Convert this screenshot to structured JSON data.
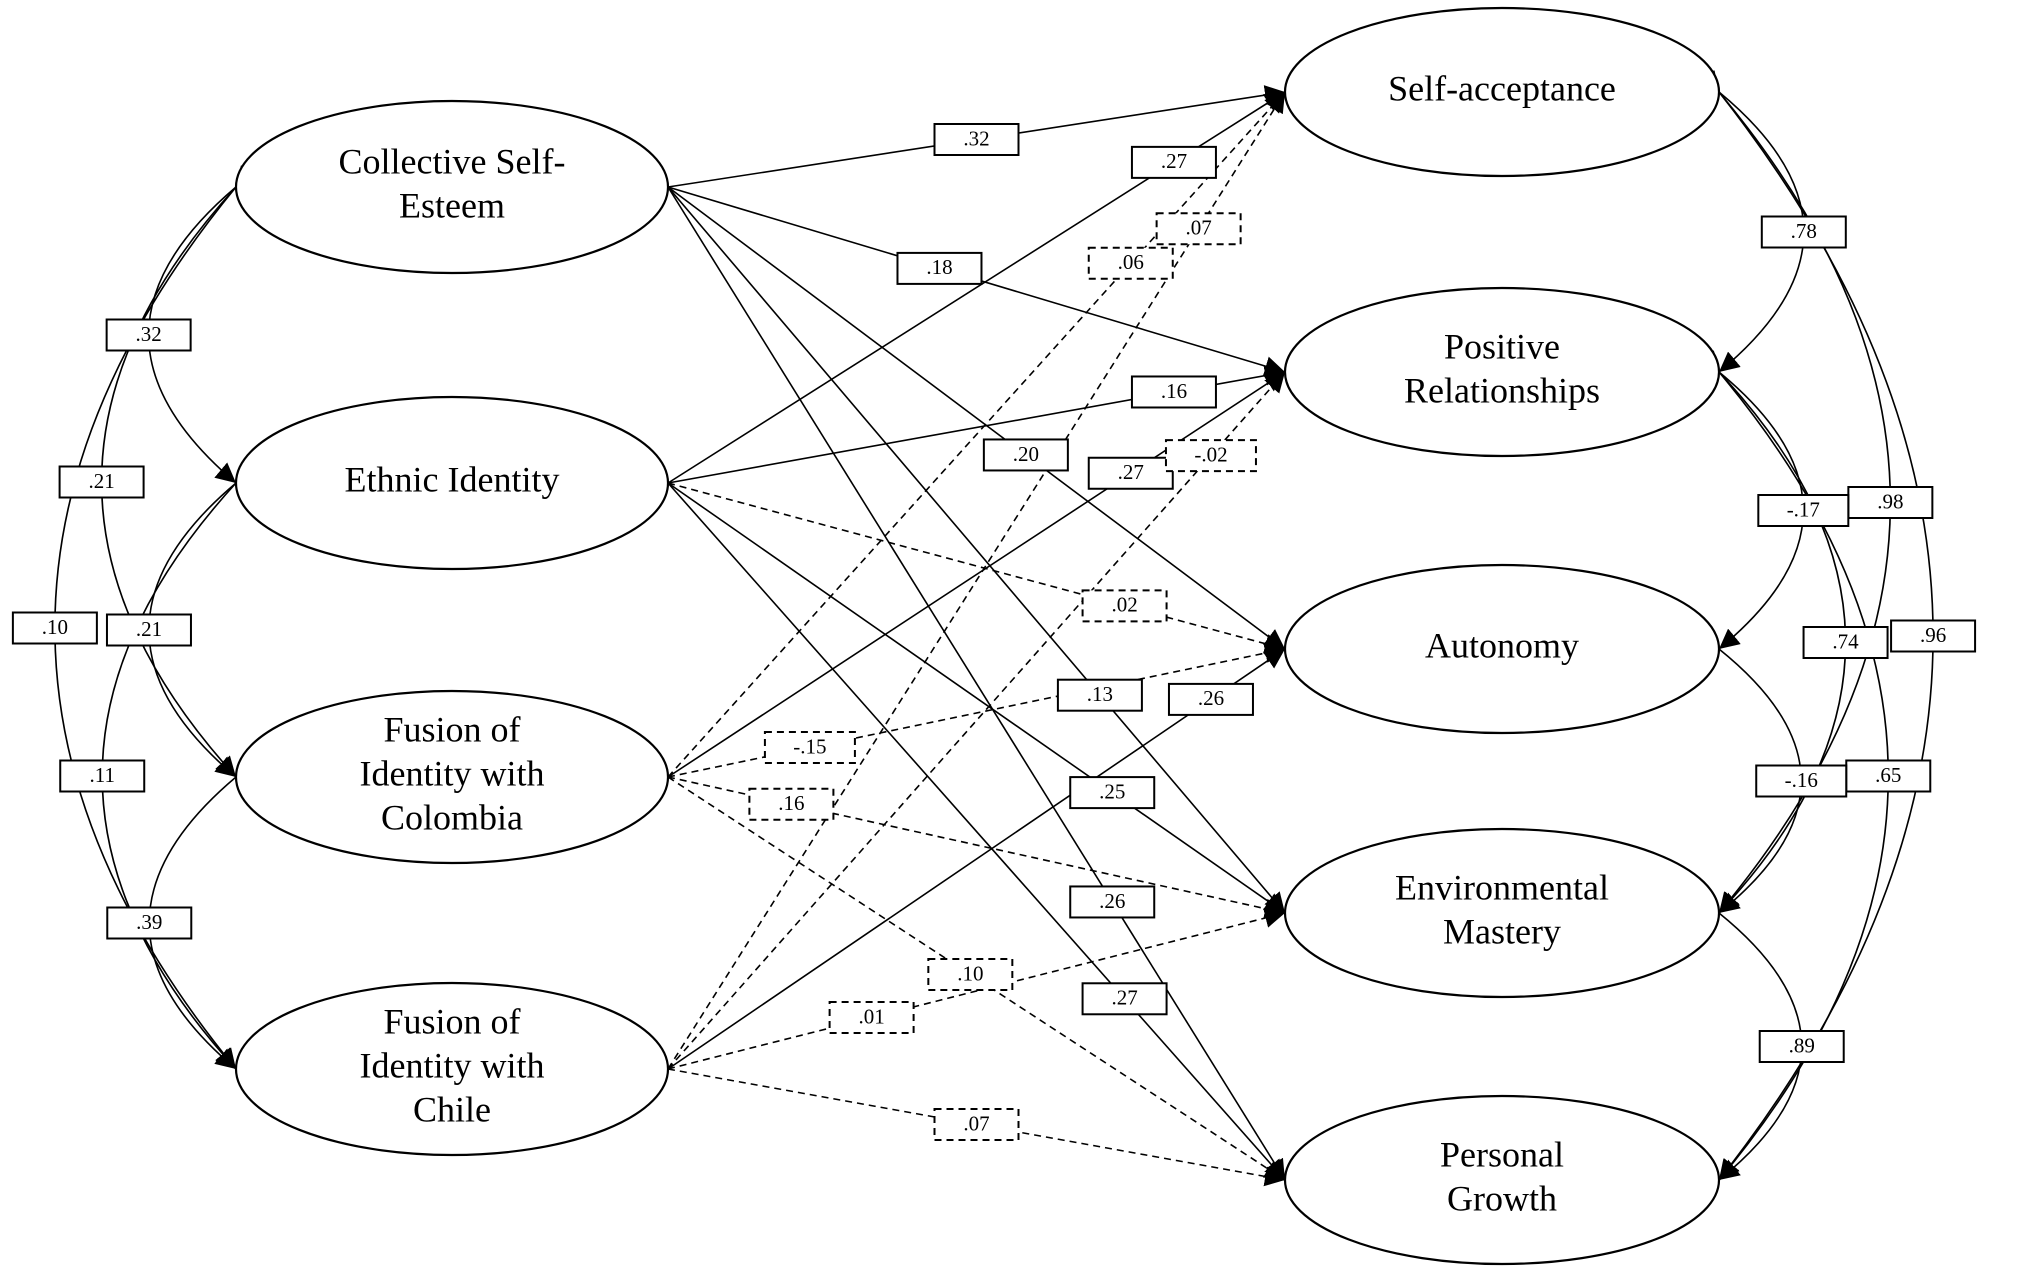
{
  "diagram": {
    "colors": {
      "stroke": "#000000",
      "background": "#ffffff"
    },
    "predictors": [
      {
        "id": "cse",
        "lines": [
          "Collective Self-",
          "Esteem"
        ]
      },
      {
        "id": "ei",
        "lines": [
          "Ethnic Identity"
        ]
      },
      {
        "id": "fic",
        "lines": [
          "Fusion of",
          "Identity with",
          "Colombia"
        ]
      },
      {
        "id": "fich",
        "lines": [
          "Fusion of",
          "Identity with",
          "Chile"
        ]
      }
    ],
    "outcomes": [
      {
        "id": "sa",
        "lines": [
          "Self-acceptance"
        ]
      },
      {
        "id": "pr",
        "lines": [
          "Positive",
          "Relationships"
        ]
      },
      {
        "id": "au",
        "lines": [
          "Autonomy"
        ]
      },
      {
        "id": "em",
        "lines": [
          "Environmental",
          "Mastery"
        ]
      },
      {
        "id": "pg",
        "lines": [
          "Personal",
          "Growth"
        ]
      }
    ],
    "paths": [
      {
        "from": "cse",
        "to": "sa",
        "coef": ".32",
        "significant": true
      },
      {
        "from": "cse",
        "to": "pr",
        "coef": ".18",
        "significant": true
      },
      {
        "from": "cse",
        "to": "au",
        "coef": ".20",
        "significant": true
      },
      {
        "from": "cse",
        "to": "em",
        "coef": ".13",
        "significant": true
      },
      {
        "from": "cse",
        "to": "pg",
        "coef": ".26",
        "significant": true
      },
      {
        "from": "ei",
        "to": "sa",
        "coef": ".27",
        "significant": true
      },
      {
        "from": "ei",
        "to": "pr",
        "coef": ".16",
        "significant": true
      },
      {
        "from": "ei",
        "to": "au",
        "coef": ".02",
        "significant": false
      },
      {
        "from": "ei",
        "to": "em",
        "coef": ".25",
        "significant": true
      },
      {
        "from": "ei",
        "to": "pg",
        "coef": ".27",
        "significant": true
      },
      {
        "from": "fic",
        "to": "sa",
        "coef": ".06",
        "significant": false
      },
      {
        "from": "fic",
        "to": "pr",
        "coef": ".27",
        "significant": true
      },
      {
        "from": "fic",
        "to": "au",
        "coef": "-.15",
        "significant": false
      },
      {
        "from": "fic",
        "to": "em",
        "coef": ".16",
        "significant": false
      },
      {
        "from": "fic",
        "to": "pg",
        "coef": ".10",
        "significant": false
      },
      {
        "from": "fich",
        "to": "sa",
        "coef": ".07",
        "significant": false
      },
      {
        "from": "fich",
        "to": "pr",
        "coef": "-.02",
        "significant": false
      },
      {
        "from": "fich",
        "to": "au",
        "coef": ".26",
        "significant": true
      },
      {
        "from": "fich",
        "to": "em",
        "coef": ".01",
        "significant": false
      },
      {
        "from": "fich",
        "to": "pg",
        "coef": ".07",
        "significant": false
      }
    ],
    "predictor_covariances": [
      {
        "a": "cse",
        "b": "ei",
        "coef": ".32"
      },
      {
        "a": "cse",
        "b": "fic",
        "coef": ".21"
      },
      {
        "a": "cse",
        "b": "fich",
        "coef": ".10"
      },
      {
        "a": "ei",
        "b": "fic",
        "coef": ".21"
      },
      {
        "a": "ei",
        "b": "fich",
        "coef": ".11"
      },
      {
        "a": "fic",
        "b": "fich",
        "coef": ".39"
      }
    ],
    "outcome_covariances": [
      {
        "a": "sa",
        "b": "pr",
        "coef": ".78"
      },
      {
        "a": "sa",
        "b": "em",
        "coef": ".98"
      },
      {
        "a": "sa",
        "b": "pg",
        "coef": ".96"
      },
      {
        "a": "pr",
        "b": "au",
        "coef": "-.17"
      },
      {
        "a": "pr",
        "b": "em",
        "coef": ".74"
      },
      {
        "a": "pr",
        "b": "pg",
        "coef": ".65"
      },
      {
        "a": "au",
        "b": "em",
        "coef": "-.16"
      },
      {
        "a": "em",
        "b": "pg",
        "coef": ".89"
      }
    ]
  }
}
